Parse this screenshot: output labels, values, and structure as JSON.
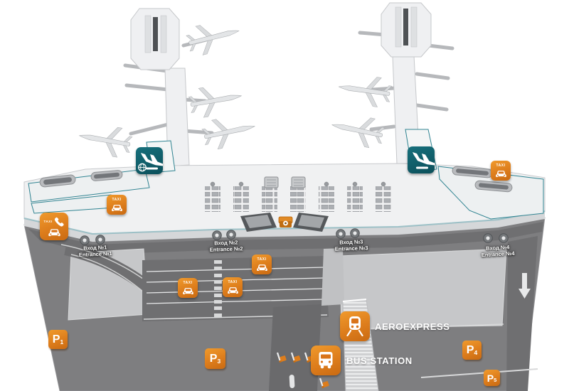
{
  "map": {
    "labels": {
      "taxi": "TAXI",
      "aeroexpress": "AEROEXPRESS",
      "bus_station": "BUS STATION"
    },
    "entrances": [
      {
        "ru": "Вход №1",
        "en": "Entrance №1"
      },
      {
        "ru": "Вход №2",
        "en": "Entrance №2"
      },
      {
        "ru": "Вход №3",
        "en": "Entrance №3"
      },
      {
        "ru": "Вход №4",
        "en": "Entrance №4"
      }
    ],
    "parking": [
      {
        "p": "P",
        "n": "1"
      },
      {
        "p": "P",
        "n": "3"
      },
      {
        "p": "P",
        "n": "4"
      },
      {
        "p": "P",
        "n": "5"
      }
    ],
    "icons": {
      "arrivals_international": "plane-landing-with-globe",
      "arrivals_domestic": "plane-landing",
      "taxi": "taxi-car",
      "taxi_by_phone": "phone-and-taxi-car",
      "aeroexpress": "train-front",
      "bus_station": "bus-front",
      "information": "information-desk"
    },
    "colors": {
      "accent_orange": "#DD7D1C",
      "accent_teal": "#0F5A64",
      "teal_outline": "#2F8391",
      "forecourt_gray": "#7E7E80",
      "road_gray": "#6F6F71",
      "parking_area_gray": "#C6C7C9",
      "terminal_light": "#F0F1F2"
    }
  }
}
